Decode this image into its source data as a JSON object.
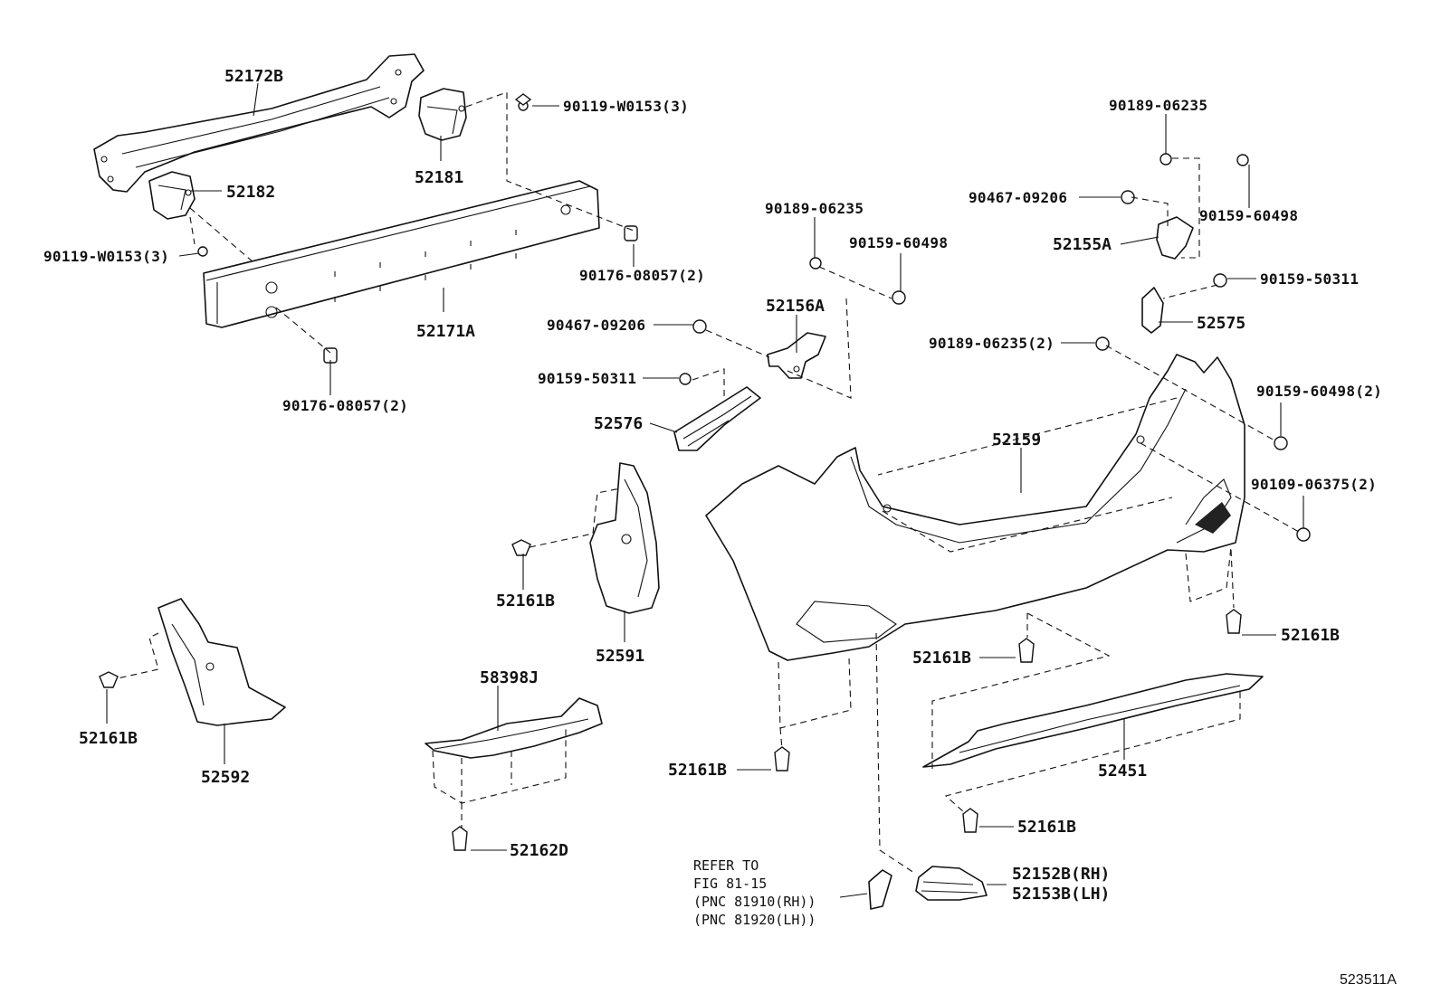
{
  "figure": {
    "id": "523511A",
    "refer_note": {
      "line1": "REFER TO",
      "line2": "FIG 81-15",
      "line3": "(PNC 81910(RH))",
      "line4": "(PNC 81920(LH))"
    }
  },
  "labels": {
    "p52172B": "52172B",
    "p52181": "52181",
    "p52182": "52182",
    "p90119_top": "90119-W0153(3)",
    "p90119_left": "90119-W0153(3)",
    "p52171A": "52171A",
    "p90176_right": "90176-08057(2)",
    "p90176_bottom": "90176-08057(2)",
    "p90189_mid": "90189-06235",
    "p90159_60498_mid": "90159-60498",
    "p52156A": "52156A",
    "p90467_mid": "90467-09206",
    "p90159_50311_mid": "90159-50311",
    "p52576": "52576",
    "p90189_top": "90189-06235",
    "p90467_top": "90467-09206",
    "p90159_60498_top": "90159-60498",
    "p52155A": "52155A",
    "p90159_50311_right": "90159-50311",
    "p52575": "52575",
    "p90189_2": "90189-06235(2)",
    "p90159_60498_2": "90159-60498(2)",
    "p52159": "52159",
    "p90109": "90109-06375(2)",
    "p52161B_mid": "52161B",
    "p52591": "52591",
    "p52161B_right": "52161B",
    "p52161B_center": "52161B",
    "p58398J": "58398J",
    "p52161B_left": "52161B",
    "p52592": "52592",
    "p52161B_bottom": "52161B",
    "p52451": "52451",
    "p52161B_low": "52161B",
    "p52162D": "52162D",
    "p52152B": "52152B(RH)",
    "p52153B": "52153B(LH)"
  }
}
